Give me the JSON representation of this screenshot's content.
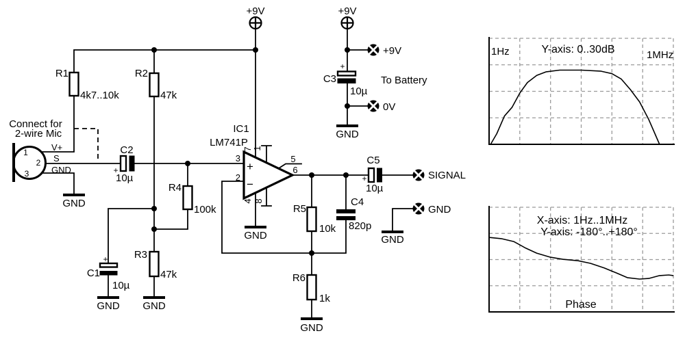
{
  "schematic": {
    "note1": "Connect for",
    "note2": "2-wire Mic",
    "mic": {
      "p1": "1",
      "p2": "2",
      "p3": "3",
      "l1": "V+",
      "l2": "S",
      "l3": "GND"
    },
    "r1": {
      "ref": "R1",
      "val": "4k7..10k"
    },
    "r2": {
      "ref": "R2",
      "val": "47k"
    },
    "r3": {
      "ref": "R3",
      "val": "47k"
    },
    "r4": {
      "ref": "R4",
      "val": "100k"
    },
    "r5": {
      "ref": "R5",
      "val": "10k"
    },
    "r6": {
      "ref": "R6",
      "val": "1k"
    },
    "c1": {
      "ref": "C1",
      "val": "10µ"
    },
    "c2": {
      "ref": "C2",
      "val": "10µ"
    },
    "c3": {
      "ref": "C3",
      "val": "10µ"
    },
    "c4": {
      "ref": "C4",
      "val": "820p"
    },
    "c5": {
      "ref": "C5",
      "val": "10µ"
    },
    "ic": {
      "ref": "IC1",
      "part": "LM741P",
      "p1": "1",
      "p2": "2",
      "p3": "3",
      "p4": "4",
      "p5": "5",
      "p6": "6",
      "p7": "7",
      "p8": "8",
      "plus": "+",
      "minus": "−"
    },
    "v9": "+9V",
    "conn": {
      "v9": "+9V",
      "zero": "0V",
      "signal": "SIGNAL",
      "gnd": "GND"
    },
    "to_battery": "To Battery",
    "plus": "+",
    "gnd": "GND"
  },
  "chart_data": [
    {
      "id": "magnitude-response",
      "type": "line",
      "title": "Y-axis: 0..30dB",
      "x_left_label": "1Hz",
      "x_right_label": "1MHz",
      "x_axis": {
        "scale": "log",
        "range_hz": [
          1,
          1000000
        ],
        "decades": 6
      },
      "y_axis": {
        "unit": "dB",
        "range": [
          0,
          30
        ]
      },
      "grid": true,
      "legend_position": "none",
      "points_decade_db": [
        [
          0.05,
          0
        ],
        [
          0.25,
          3
        ],
        [
          0.5,
          8
        ],
        [
          0.75,
          10.5
        ],
        [
          1.0,
          14.5
        ],
        [
          1.25,
          17.5
        ],
        [
          1.55,
          19.5
        ],
        [
          1.85,
          20.5
        ],
        [
          2.3,
          21
        ],
        [
          3.0,
          21
        ],
        [
          3.65,
          20.7
        ],
        [
          4.0,
          20
        ],
        [
          4.3,
          18.5
        ],
        [
          4.6,
          15.5
        ],
        [
          4.9,
          12
        ],
        [
          5.2,
          7
        ],
        [
          5.4,
          3
        ],
        [
          5.55,
          0
        ]
      ]
    },
    {
      "id": "phase-response",
      "type": "line",
      "title": "Phase",
      "xaxis_note": "X-axis: 1Hz..1MHz",
      "yaxis_note": "Y-axis: -180°..+180°",
      "x_axis": {
        "scale": "log",
        "range_hz": [
          1,
          1000000
        ],
        "decades": 6
      },
      "y_axis": {
        "unit": "deg",
        "range": [
          -180,
          180
        ]
      },
      "grid": true,
      "legend_position": "none",
      "points_decade_deg": [
        [
          0.02,
          76
        ],
        [
          0.4,
          72
        ],
        [
          0.8,
          62
        ],
        [
          1.2,
          39
        ],
        [
          1.55,
          22
        ],
        [
          2.0,
          8
        ],
        [
          2.4,
          1
        ],
        [
          2.9,
          -4
        ],
        [
          3.3,
          -13
        ],
        [
          3.75,
          -29
        ],
        [
          4.15,
          -46
        ],
        [
          4.5,
          -62
        ],
        [
          4.9,
          -67
        ],
        [
          5.2,
          -65
        ],
        [
          5.55,
          -55
        ],
        [
          5.85,
          -53
        ],
        [
          6.0,
          -55
        ]
      ]
    }
  ]
}
